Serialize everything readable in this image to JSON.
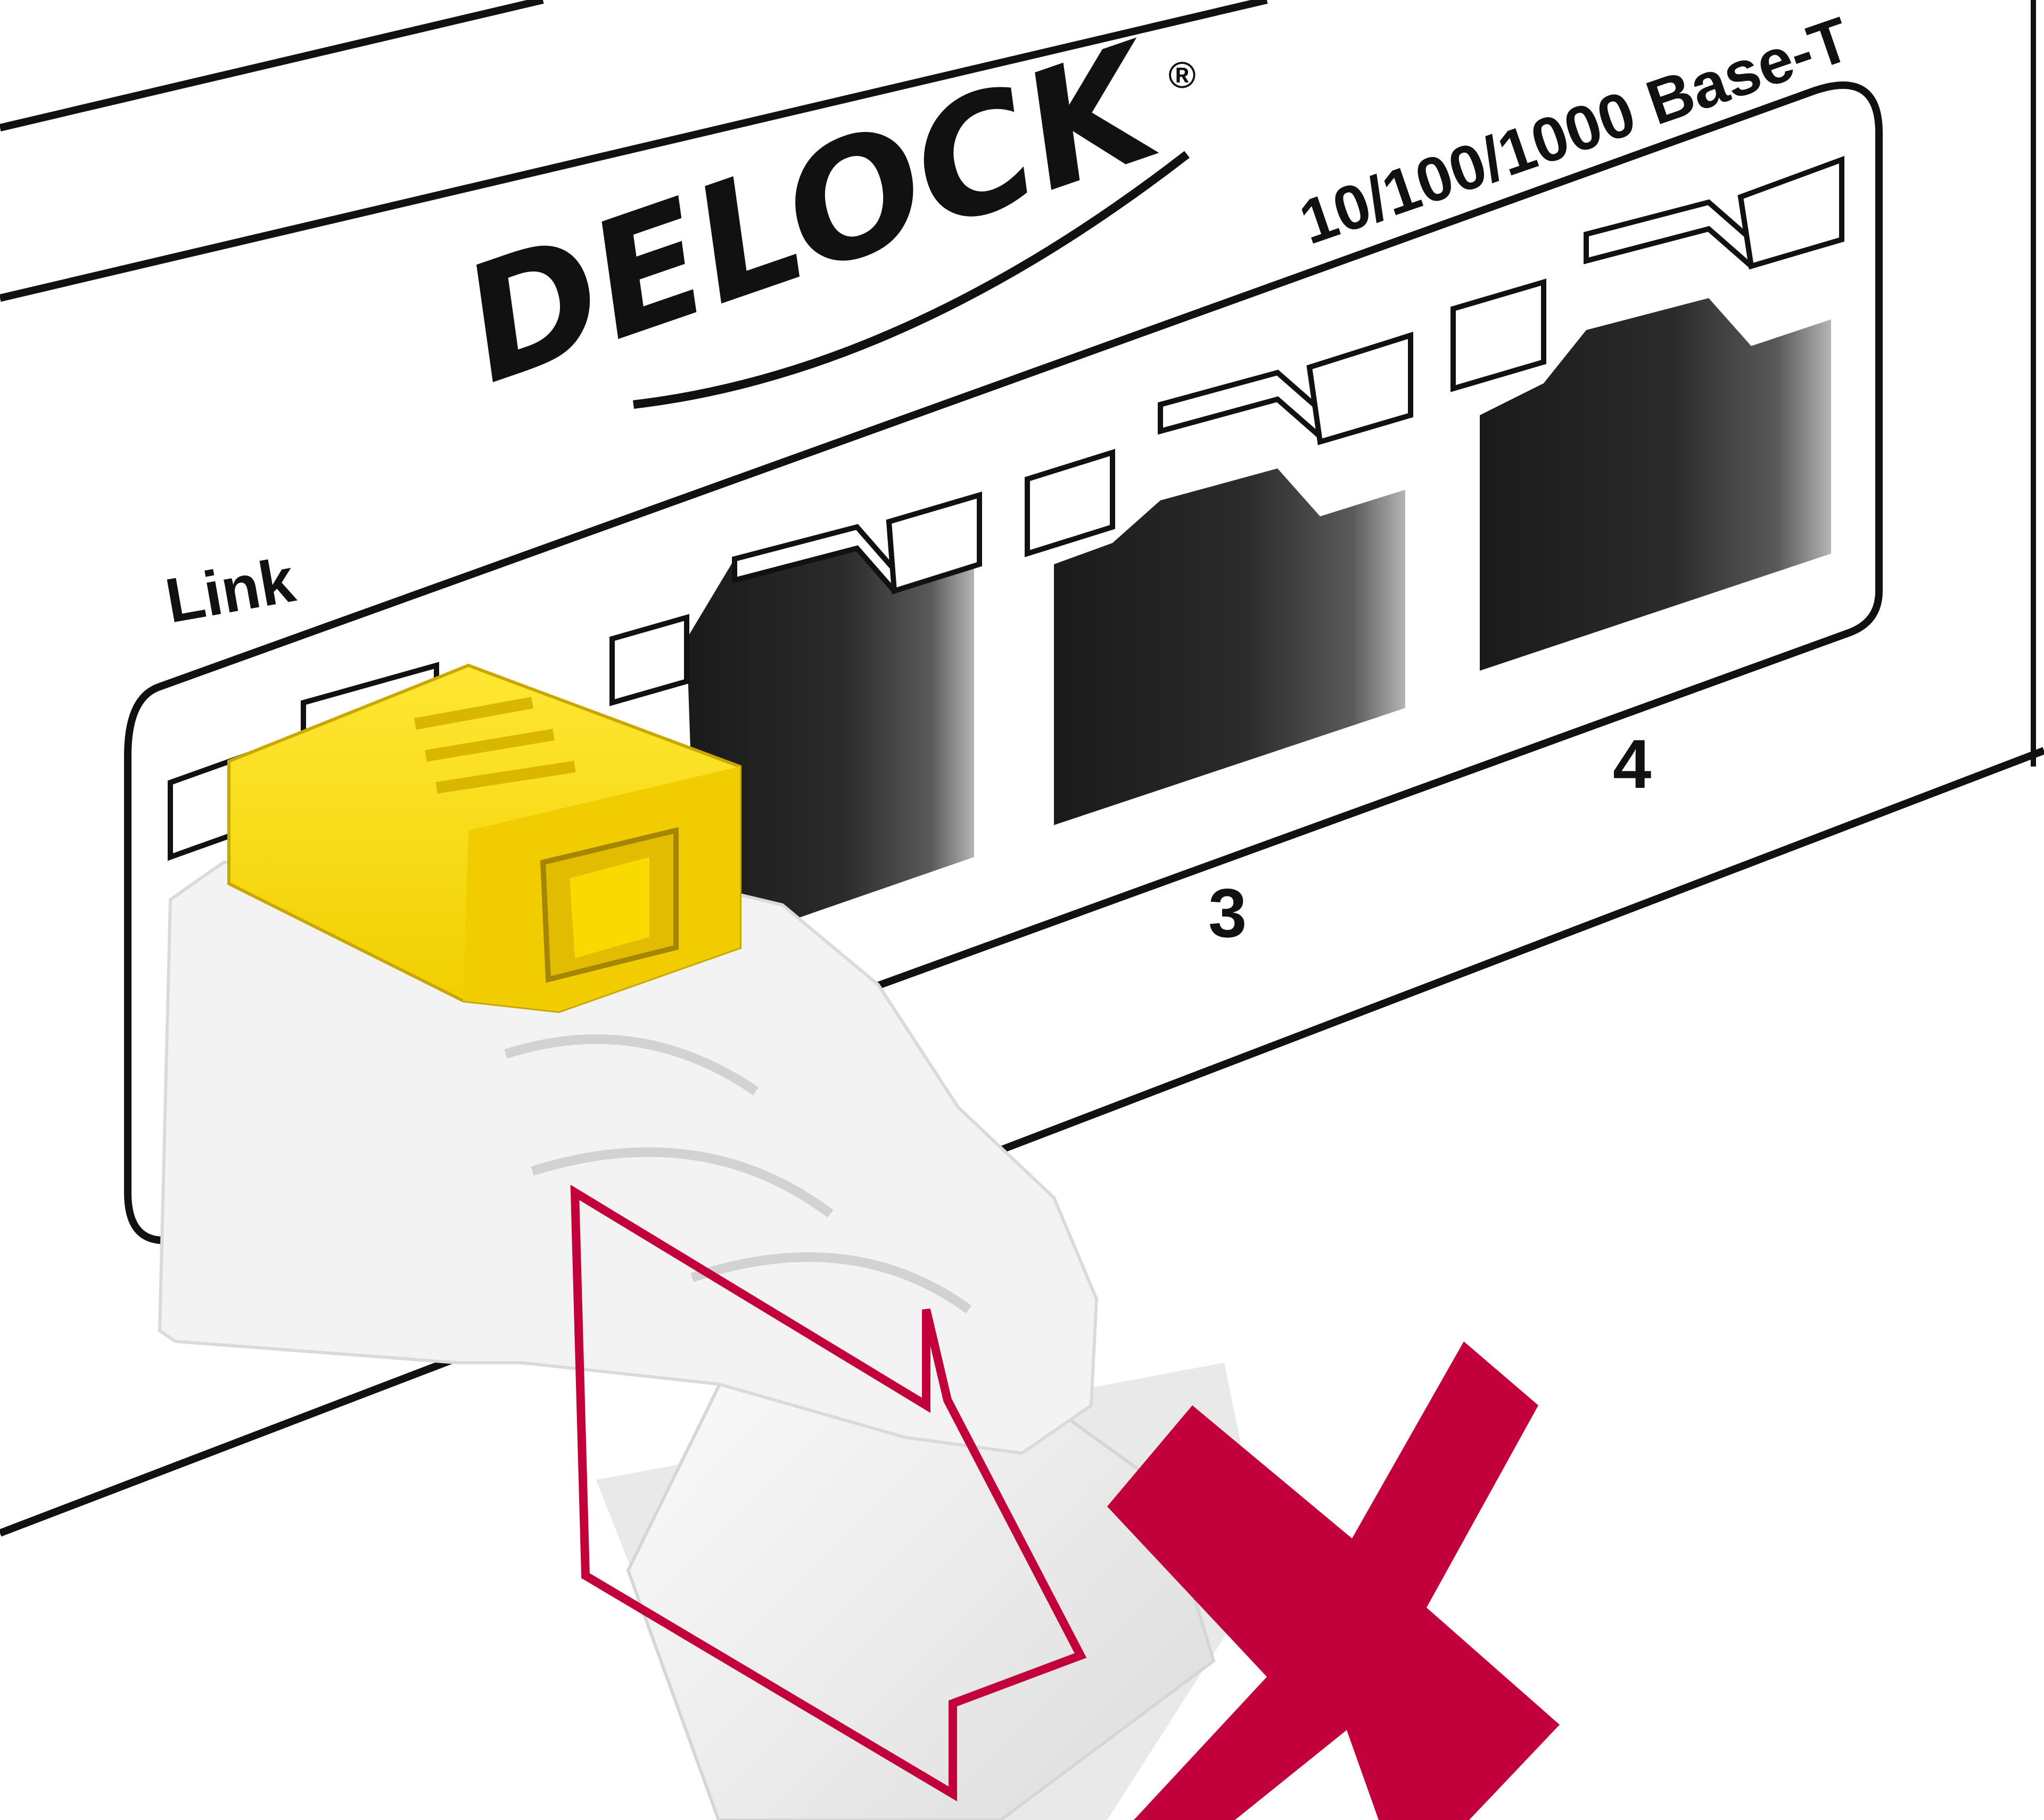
{
  "brand": {
    "logo_text": "DELOCK",
    "registered_mark": "®"
  },
  "device": {
    "speed_label": "10/100/1000 Base-T",
    "link_label": "Link",
    "ports": [
      {
        "number": "",
        "state": "locked"
      },
      {
        "number": "",
        "state": "empty"
      },
      {
        "number": "3",
        "state": "empty"
      },
      {
        "number": "4",
        "state": "empty"
      }
    ]
  },
  "illustration": {
    "lock_color": "#f4d800",
    "prohibition_color": "#c2003c",
    "cable_color": "#f3f3f3",
    "icons": [
      "pull-out-arrow-icon",
      "prohibited-x-icon"
    ]
  }
}
